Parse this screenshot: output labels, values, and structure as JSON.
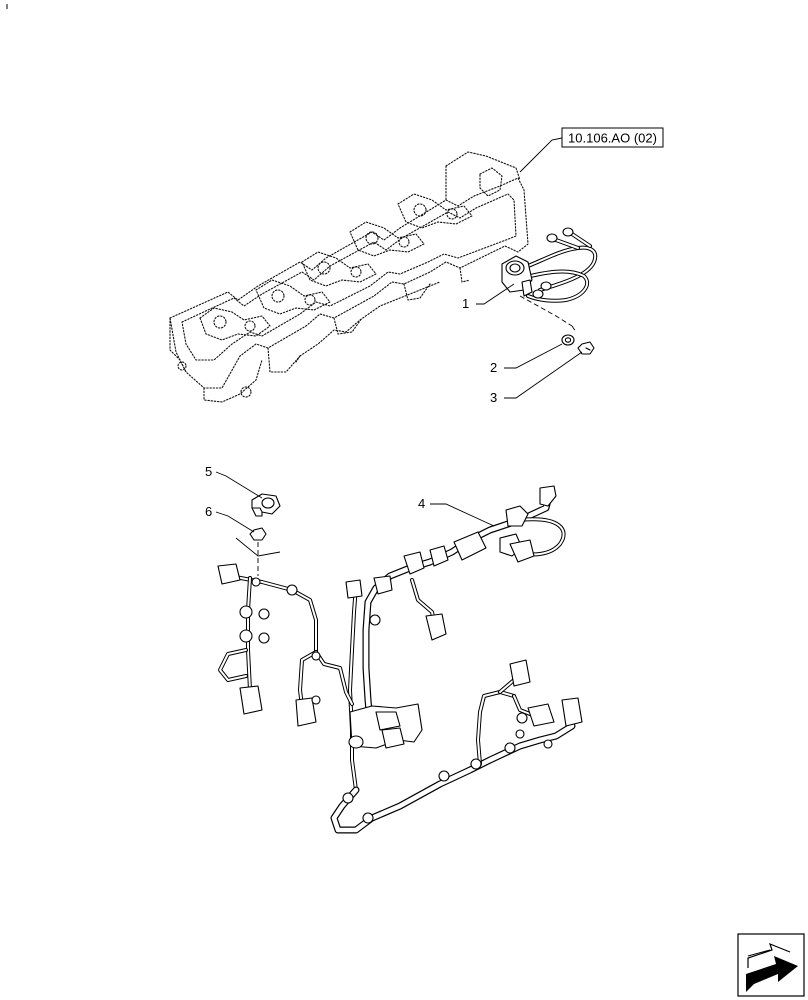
{
  "reference_box": {
    "label": "10.106.AO (02)"
  },
  "callouts": [
    {
      "number": "1"
    },
    {
      "number": "2"
    },
    {
      "number": "3"
    },
    {
      "number": "4"
    },
    {
      "number": "5"
    },
    {
      "number": "6"
    }
  ],
  "nav_icon": {
    "name": "next-page-arrow-icon"
  }
}
